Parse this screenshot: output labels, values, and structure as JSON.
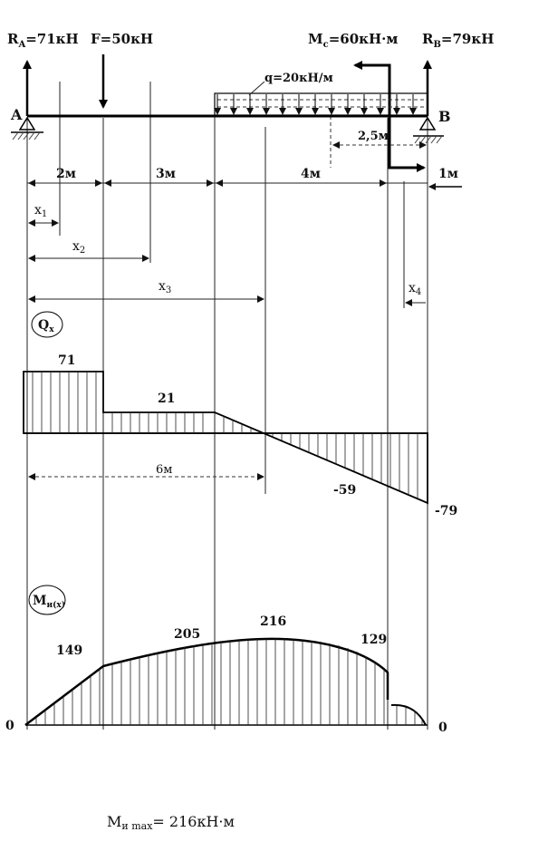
{
  "loads": {
    "ra_label": "R",
    "ra_sub": "A",
    "ra_value": "=71кН",
    "f_label": "F=50кН",
    "mc_label": "M",
    "mc_sub": "c",
    "mc_value": "=60кН·м",
    "rb_label": "R",
    "rb_sub": "B",
    "rb_value": "=79кН",
    "q_label": "q=20кН/м"
  },
  "points": {
    "a": "A",
    "b": "B"
  },
  "dimensions": {
    "seg1": "2м",
    "seg2": "3м",
    "seg3": "4м",
    "seg4": "1м",
    "offset_mc": "2,5м",
    "zero_shear": "6м"
  },
  "sections": {
    "x1": "x",
    "x1_sub": "1",
    "x2": "x",
    "x2_sub": "2",
    "x3": "x",
    "x3_sub": "3",
    "x4": "x",
    "x4_sub": "4"
  },
  "diagram_labels": {
    "shear": "Q",
    "shear_sub": "x",
    "moment": "M",
    "moment_sub": "и(x)"
  },
  "shear_values": {
    "v1": "71",
    "v2": "21",
    "v3": "-59",
    "v4": "-79"
  },
  "moment_values": {
    "zero_left": "0",
    "m1": "149",
    "m2": "205",
    "m3": "216",
    "m4": "129",
    "zero_right": "0"
  },
  "result": {
    "label": "M",
    "sub": "и max",
    "value": "= 216кН·м"
  }
}
